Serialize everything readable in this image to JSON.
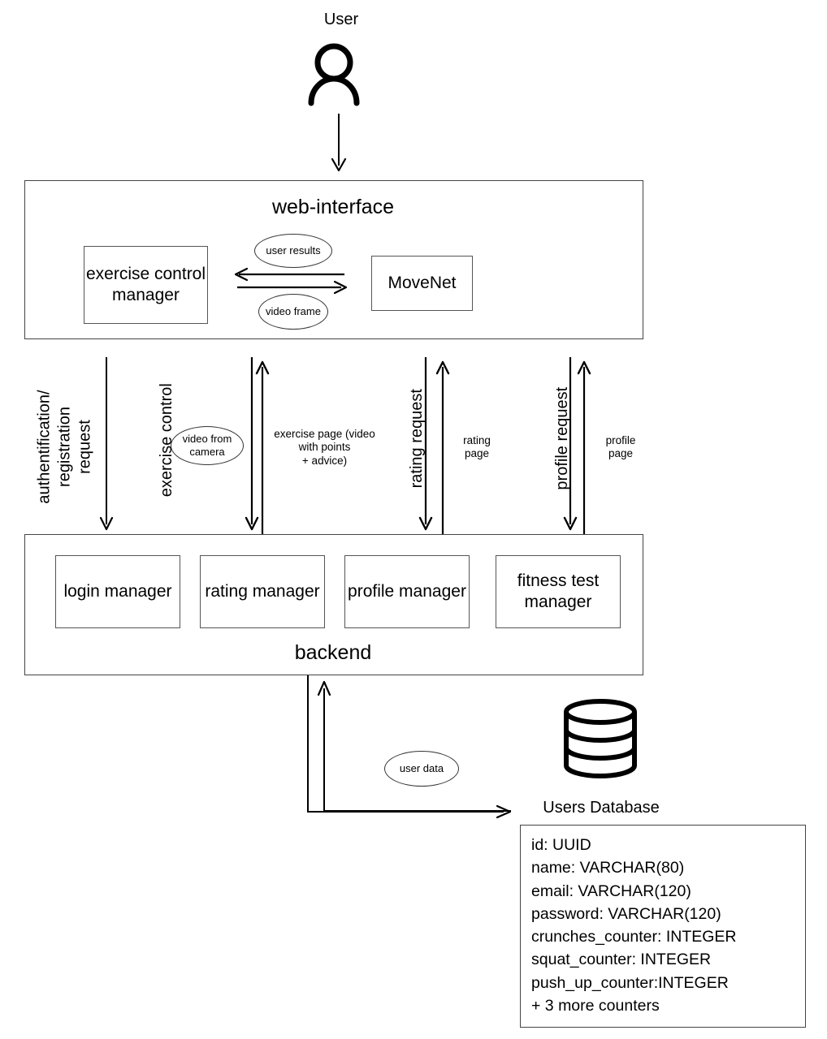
{
  "actor": {
    "label": "User",
    "icon": "user-icon"
  },
  "web_interface": {
    "title": "web-interface",
    "exercise_control_manager": "exercise\ncontrol\nmanager",
    "movenet": "MoveNet",
    "flow_up_label": "user results",
    "flow_down_label": "video\nframe"
  },
  "channels": [
    {
      "name": "auth-registration",
      "request": "authentification/\nregistration\nrequest",
      "response": ""
    },
    {
      "name": "exercise-control",
      "request": "exercise control",
      "response": "exercise page (video\nwith points\n+ advice)",
      "bubble": "video from\ncamera"
    },
    {
      "name": "rating",
      "request": "rating request",
      "response": "rating\npage"
    },
    {
      "name": "profile",
      "request": "profile request",
      "response": "profile\npage"
    }
  ],
  "backend": {
    "title": "backend",
    "managers": [
      {
        "label": "login\nmanager"
      },
      {
        "label": "rating\nmanager"
      },
      {
        "label": "profile\nmanager"
      },
      {
        "label": "fitness test\nmanager"
      }
    ]
  },
  "database": {
    "icon": "database-cylinder-icon",
    "label": "Users Database",
    "flow_label": "user data",
    "schema": "id: UUID\nname: VARCHAR(80)\nemail: VARCHAR(120)\npassword: VARCHAR(120)\ncrunches_counter: INTEGER\nsquat_counter: INTEGER\npush_up_counter:INTEGER\n+ 3 more counters"
  },
  "colors": {
    "stroke": "#000000",
    "box_border": "#444444",
    "background": "#ffffff"
  }
}
